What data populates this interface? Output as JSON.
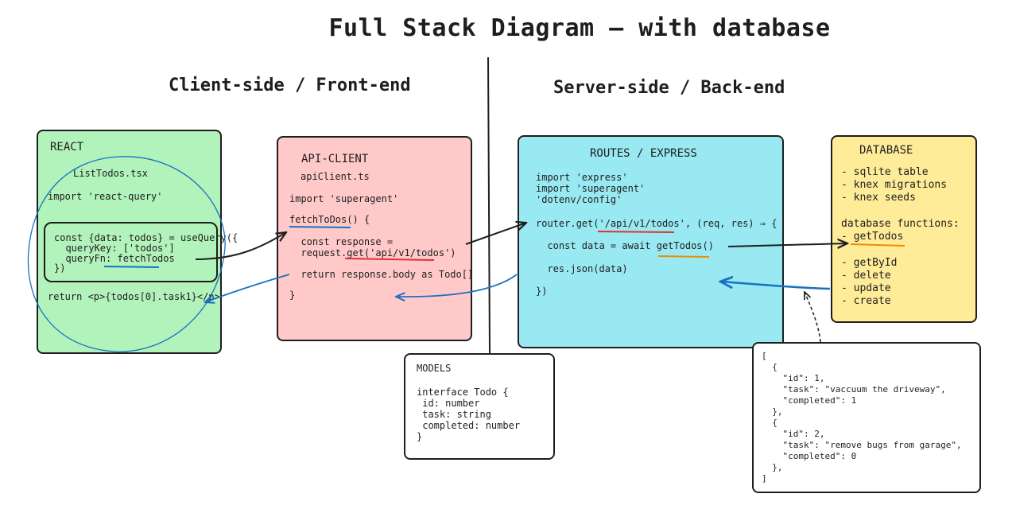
{
  "title": "Full Stack Diagram – with database",
  "sections": {
    "client": "Client-side / Front-end",
    "server": "Server-side / Back-end"
  },
  "react": {
    "heading": "REACT",
    "file": "ListTodos.tsx",
    "import": "import 'react-query'",
    "query_line1": "const {data: todos} = useQuery({",
    "query_line2": "  queryKey: ['todos']",
    "query_line3": "  queryFn: fetchTodos",
    "query_line4": "})",
    "return_line": "return <p>{todos[0].task1}</p>"
  },
  "api_client": {
    "heading": "API-CLIENT",
    "file": "apiClient.ts",
    "import": "import 'superagent'",
    "fn": "fetchToDos() {",
    "line1": "  const response =",
    "line2": "  request.get('api/v1/todos')",
    "line3": "  return response.body as Todo[]",
    "close": "}"
  },
  "routes": {
    "heading": "ROUTES / EXPRESS",
    "imports": [
      "import 'express'",
      "import 'superagent'",
      "'dotenv/config'"
    ],
    "router_line": "router.get('/api/v1/todos', (req, res) ⇒ {",
    "data_line": "  const data = await getTodos()",
    "json_line": "  res.json(data)",
    "close": "})"
  },
  "database": {
    "heading": "DATABASE",
    "items": [
      "- sqlite table",
      "- knex migrations",
      "- knex seeds"
    ],
    "functions_label": "database functions:",
    "functions": [
      "- getTodos",
      "- getById",
      "- delete",
      "- update",
      "- create"
    ]
  },
  "models": {
    "heading": "MODELS",
    "lines": [
      "interface Todo {",
      " id: number",
      " task: string",
      " completed: number",
      "}"
    ]
  },
  "json_sample": {
    "lines": [
      "[",
      "  {",
      "    \"id\": 1,",
      "    \"task\": \"vaccuum the driveway\",",
      "    \"completed\": 1",
      "  },",
      "  {",
      "    \"id\": 2,",
      "    \"task\": \"remove bugs from garage\",",
      "    \"completed\": 0",
      "  },",
      "]"
    ]
  },
  "colors": {
    "react_fill": "#b2f2bb",
    "api_fill": "#ffc9c9",
    "routes_fill": "#99e9f2",
    "db_fill": "#ffec99",
    "blue_arrow": "#1971c2",
    "red_underline": "#e03131",
    "orange_underline": "#f08c00"
  }
}
